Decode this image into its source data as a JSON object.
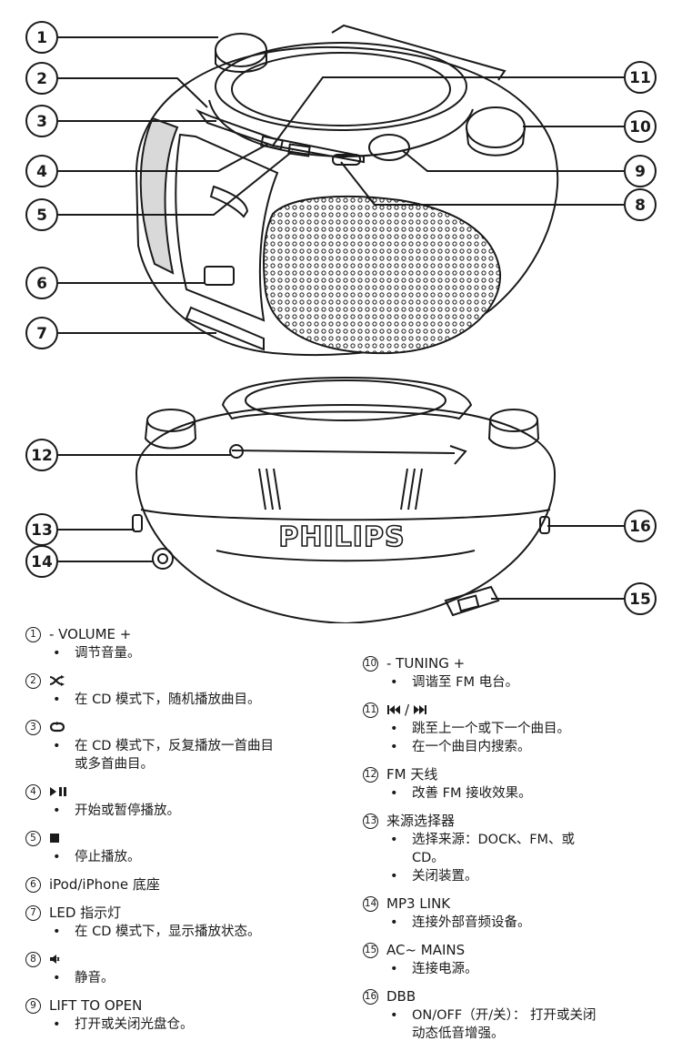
{
  "callouts_top": [
    "1",
    "2",
    "3",
    "4",
    "5",
    "6",
    "7",
    "11",
    "10",
    "9",
    "8"
  ],
  "callouts_back": [
    "12",
    "13",
    "14",
    "16",
    "15"
  ],
  "brand": "PHILIPS",
  "items": [
    {
      "num": "1",
      "title": "- VOLUME +",
      "bullets": [
        "调节音量。"
      ]
    },
    {
      "num": "2",
      "icon": "shuffle-icon",
      "title": "",
      "bullets": [
        "在 CD 模式下，随机播放曲目。"
      ]
    },
    {
      "num": "3",
      "icon": "repeat-icon",
      "title": "",
      "bullets": [
        "在 CD 模式下，反复播放一首曲目\n或多首曲目。"
      ]
    },
    {
      "num": "4",
      "icon": "play-pause-icon",
      "title": "",
      "bullets": [
        "开始或暂停播放。"
      ]
    },
    {
      "num": "5",
      "icon": "stop-icon",
      "title": "",
      "bullets": [
        "停止播放。"
      ]
    },
    {
      "num": "6",
      "title": "iPod/iPhone 底座",
      "bullets": []
    },
    {
      "num": "7",
      "title": "LED 指示灯",
      "bullets": [
        "在 CD 模式下，显示播放状态。"
      ]
    },
    {
      "num": "8",
      "icon": "mute-icon",
      "title": "",
      "bullets": [
        "静音。"
      ]
    },
    {
      "num": "9",
      "title": "LIFT TO OPEN",
      "bullets": [
        "打开或关闭光盘仓。"
      ]
    },
    {
      "num": "10",
      "title": "- TUNING +",
      "bullets": [
        "调谐至 FM 电台。"
      ]
    },
    {
      "num": "11",
      "icon": "prev-next-icon",
      "title": "/",
      "bullets": [
        "跳至上一个或下一个曲目。",
        "在一个曲目内搜索。"
      ]
    },
    {
      "num": "12",
      "title": "FM 天线",
      "bullets": [
        "改善 FM 接收效果。"
      ]
    },
    {
      "num": "13",
      "title": "来源选择器",
      "bullets": [
        "选择来源：DOCK、FM、或\nCD。",
        "关闭装置。"
      ]
    },
    {
      "num": "14",
      "title": "MP3 LINK",
      "bullets": [
        "连接外部音频设备。"
      ]
    },
    {
      "num": "15",
      "title": "AC~ MAINS",
      "bullets": [
        "连接电源。"
      ]
    },
    {
      "num": "16",
      "title": "DBB",
      "bullets": [
        "ON/OFF（开/关）：  打开或关闭\n动态低音增强。"
      ]
    }
  ]
}
